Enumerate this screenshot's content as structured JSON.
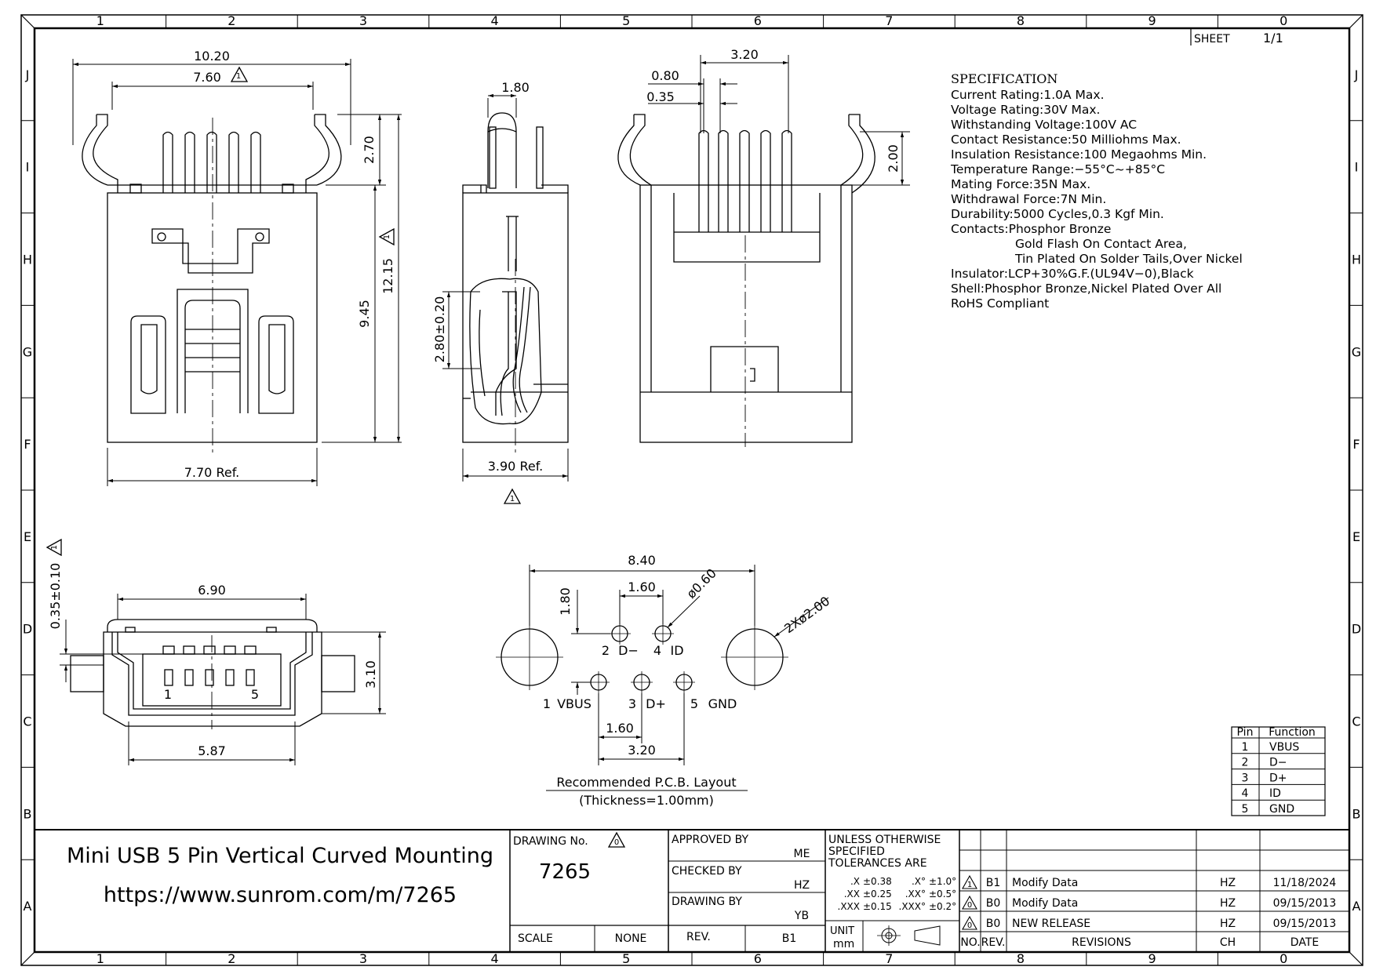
{
  "frame": {
    "columns": [
      "1",
      "2",
      "3",
      "4",
      "5",
      "6",
      "7",
      "8",
      "9",
      "0"
    ],
    "rows": [
      "J",
      "I",
      "H",
      "G",
      "F",
      "E",
      "D",
      "C",
      "B",
      "A"
    ],
    "sheet_label": "SHEET",
    "sheet_value": "1/1"
  },
  "specification": {
    "heading": "SPECIFICATION",
    "lines": [
      "Current Rating:1.0A Max.",
      "Voltage Rating:30V Max.",
      "Withstanding Voltage:100V AC",
      "Contact Resistance:50 Milliohms Max.",
      "Insulation Resistance:100 Megaohms Min.",
      "Temperature Range:−55°C~+85°C",
      "Mating Force:35N Max.",
      "Withdrawal Force:7N Min.",
      "Durability:5000 Cycles,0.3 Kgf Min.",
      "Contacts:Phosphor Bronze",
      "Gold Flash On Contact Area,",
      "Tin Plated On Solder Tails,Over Nickel",
      "Insulator:LCP+30%G.F.(UL94V−0),Black",
      "Shell:Phosphor Bronze,Nickel Plated Over All",
      "RoHS Compliant"
    ]
  },
  "dimensions": {
    "front": {
      "overall_width": "10.20",
      "inner_width": "7.60",
      "base_ref": "7.70 Ref.",
      "tail": "2.70",
      "body_height": "9.45",
      "total_height": "12.15"
    },
    "side": {
      "pin_width": "1.80",
      "depth_ref": "3.90 Ref.",
      "opening": "2.80±0.20"
    },
    "rear": {
      "span": "3.20",
      "pitch": "0.80",
      "pin": "0.35",
      "tail": "2.00"
    },
    "bottom": {
      "outer": "6.90",
      "inner": "5.87",
      "height": "3.10",
      "offset": "0.35±0.10",
      "pin_first": "1",
      "pin_last": "5"
    },
    "pcb": {
      "width": "8.40",
      "pitch_top": "1.60",
      "row_gap": "1.80",
      "pin_hole": "ø0.60",
      "peg_hole": "2Xø2.00",
      "pitch_bottom": "1.60",
      "span_bottom": "3.20",
      "label_2": "2",
      "label_d_minus": "D−",
      "label_4": "4",
      "label_id": "ID",
      "label_1": "1",
      "label_vbus": "VBUS",
      "label_3": "3",
      "label_d_plus": "D+",
      "label_5": "5",
      "label_gnd": "GND",
      "caption": "Recommended P.C.B. Layout",
      "thickness": "(Thickness=1.00mm)"
    }
  },
  "pin_table": {
    "headers": [
      "Pin",
      "Function"
    ],
    "rows": [
      [
        "1",
        "VBUS"
      ],
      [
        "2",
        "D−"
      ],
      [
        "3",
        "D+"
      ],
      [
        "4",
        "ID"
      ],
      [
        "5",
        "GND"
      ]
    ]
  },
  "title_block": {
    "title": "Mini USB 5 Pin Vertical Curved Mounting",
    "url": "https://www.sunrom.com/m/7265",
    "drawing_no_label": "DRAWING No.",
    "drawing_no": "7265",
    "approved_by_label": "APPROVED BY",
    "approved_by": "ME",
    "checked_by_label": "CHECKED BY",
    "checked_by": "HZ",
    "drawing_by_label": "DRAWING BY",
    "drawing_by": "YB",
    "scale_label": "SCALE",
    "scale": "NONE",
    "rev_label": "REV.",
    "rev": "B1",
    "tolerances_l1": "UNLESS OTHERWISE",
    "tolerances_l2": "SPECIFIED",
    "tolerances_l3": "TOLERANCES ARE",
    "tol_rows": [
      [
        ".X",
        "±0.38",
        ".X°",
        "±1.0°"
      ],
      [
        ".XX",
        "±0.25",
        ".XX°",
        "±0.5°"
      ],
      [
        ".XXX",
        "±0.15",
        ".XXX°",
        "±0.2°"
      ]
    ],
    "unit_label": "UNIT",
    "unit": "mm"
  },
  "revisions": {
    "headers": [
      "NO.",
      "REV.",
      "REVISIONS",
      "CH",
      "DATE"
    ],
    "rows": [
      {
        "no": "1",
        "rev": "B1",
        "desc": "Modify Data",
        "ch": "HZ",
        "date": "11/18/2024"
      },
      {
        "no": "0",
        "rev": "B0",
        "desc": "Modify Data",
        "ch": "HZ",
        "date": "09/15/2013"
      },
      {
        "no": "0",
        "rev": "B0",
        "desc": "NEW RELEASE",
        "ch": "HZ",
        "date": "09/15/2013"
      }
    ]
  },
  "revision_marks": {
    "front_inner": "1",
    "front_height": "1",
    "side_bottom": "1",
    "bottom_offset": "1",
    "drawing_no": "0"
  }
}
